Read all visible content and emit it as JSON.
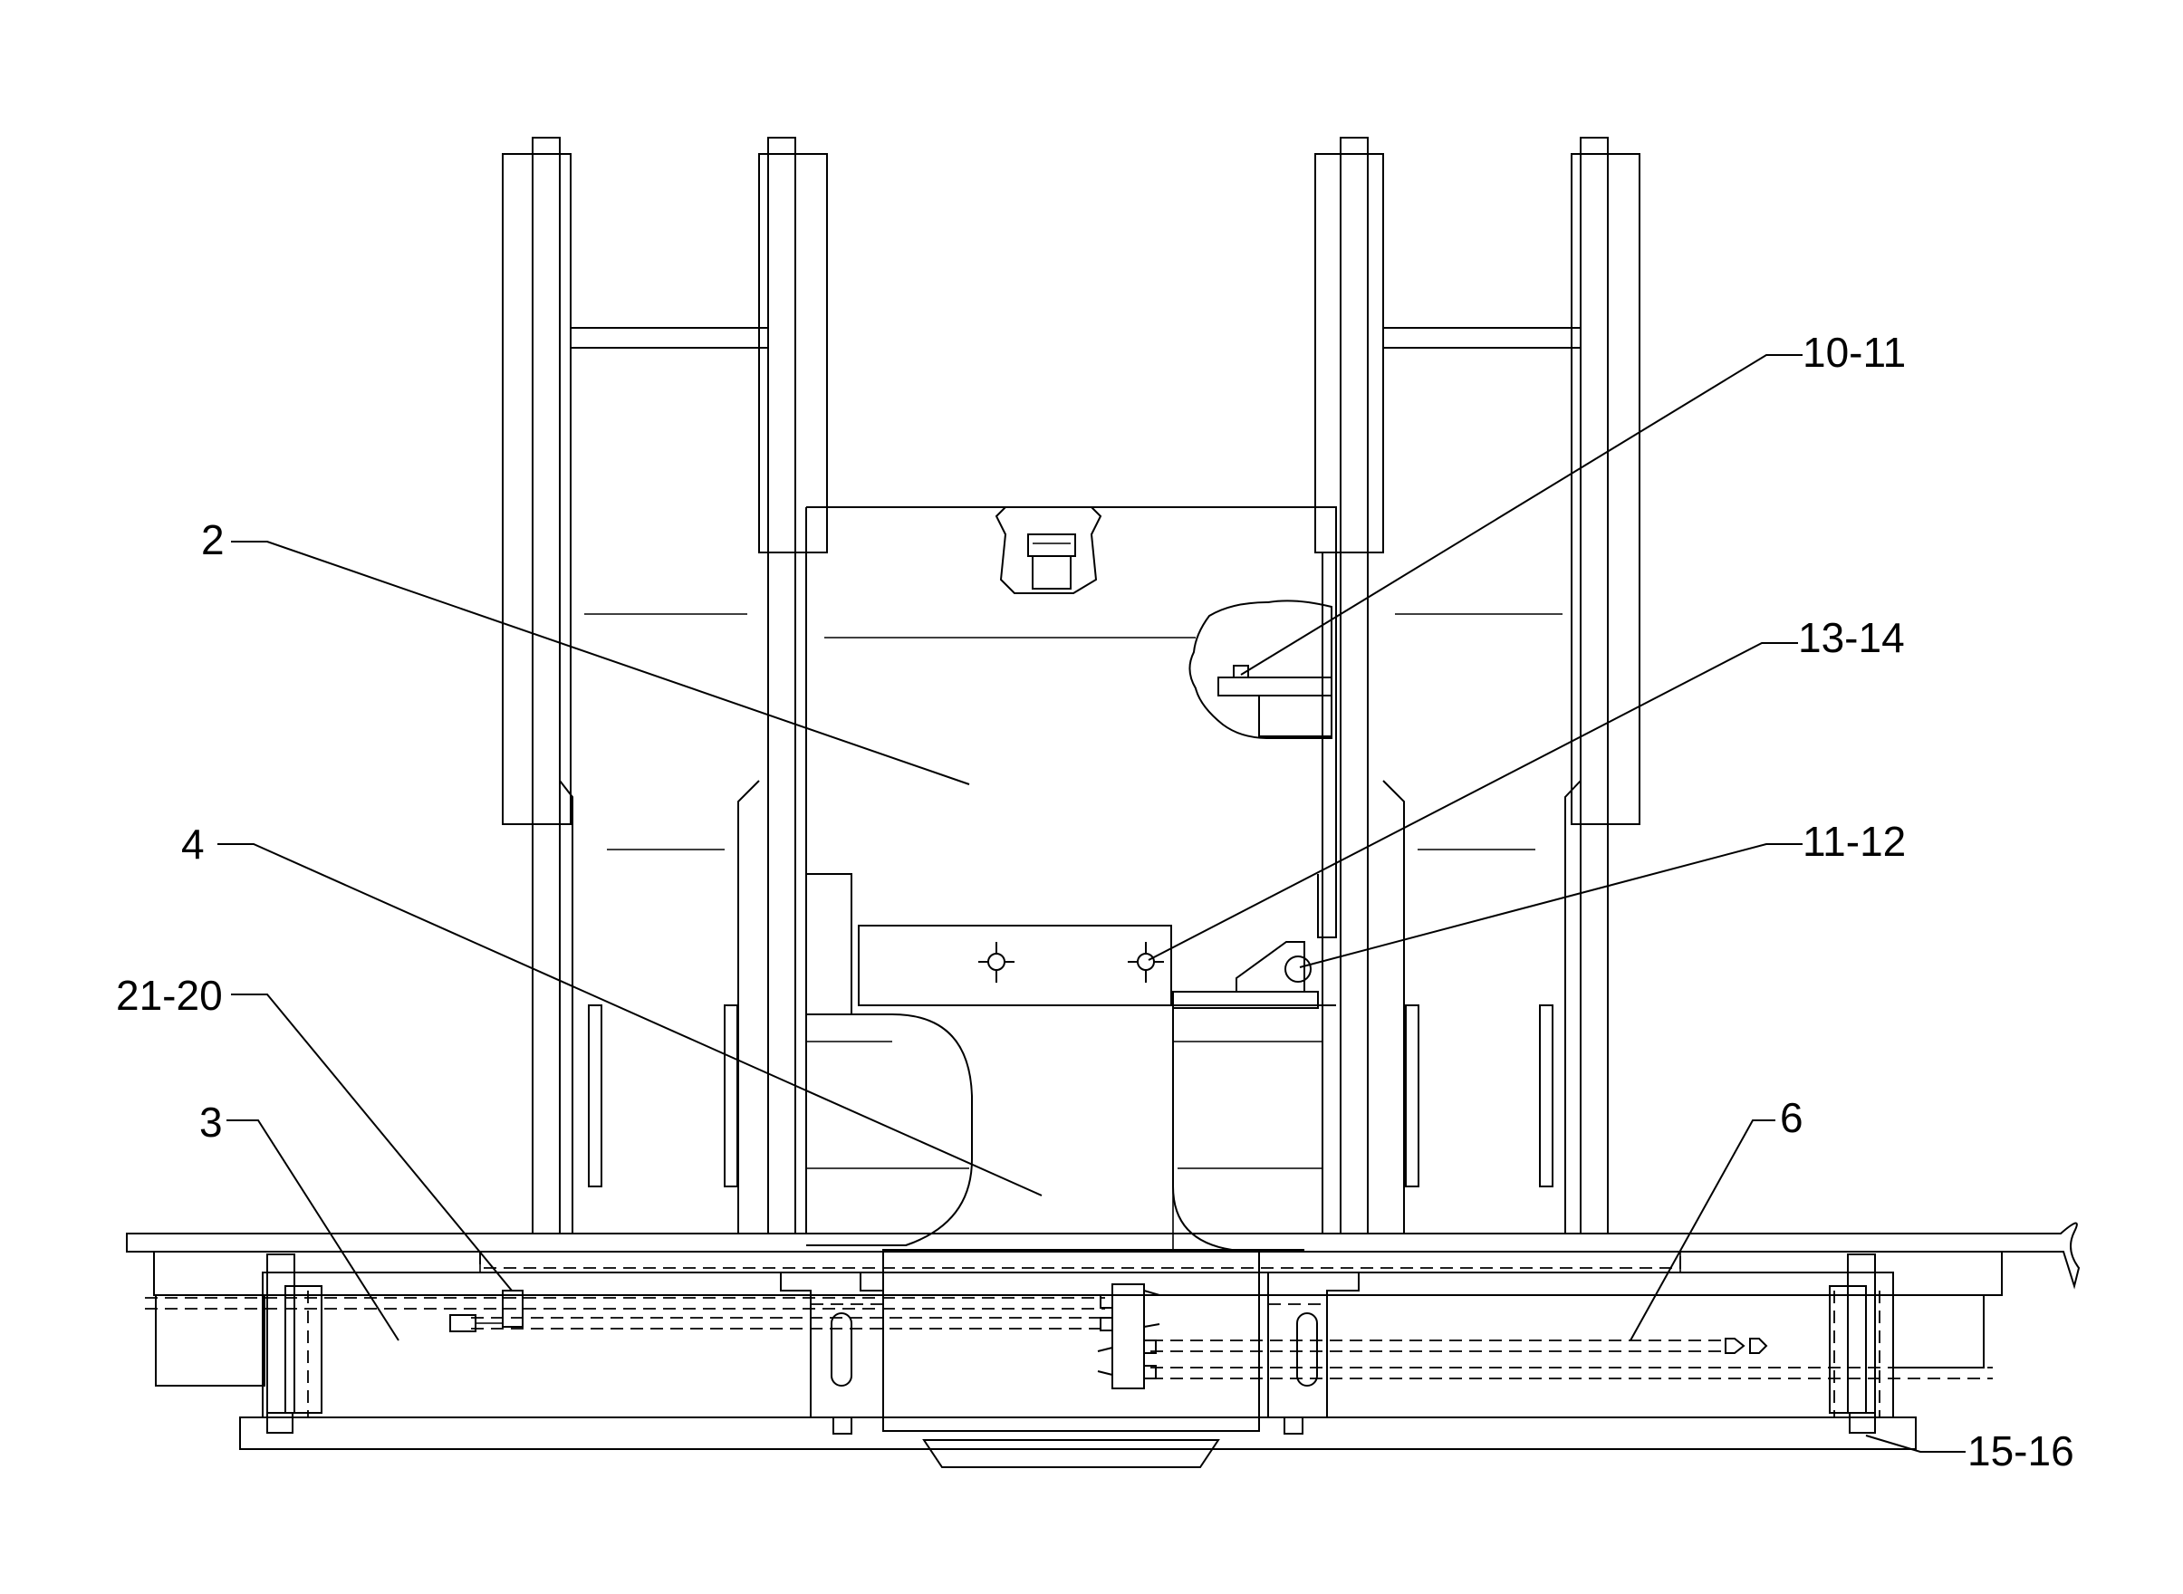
{
  "labels": {
    "part_2": "2",
    "part_4": "4",
    "part_21_20": "21-20",
    "part_3": "3",
    "part_10_11": "10-11",
    "part_13_14": "13-14",
    "part_11_12": "11-12",
    "part_6": "6",
    "part_15_16": "15-16"
  }
}
